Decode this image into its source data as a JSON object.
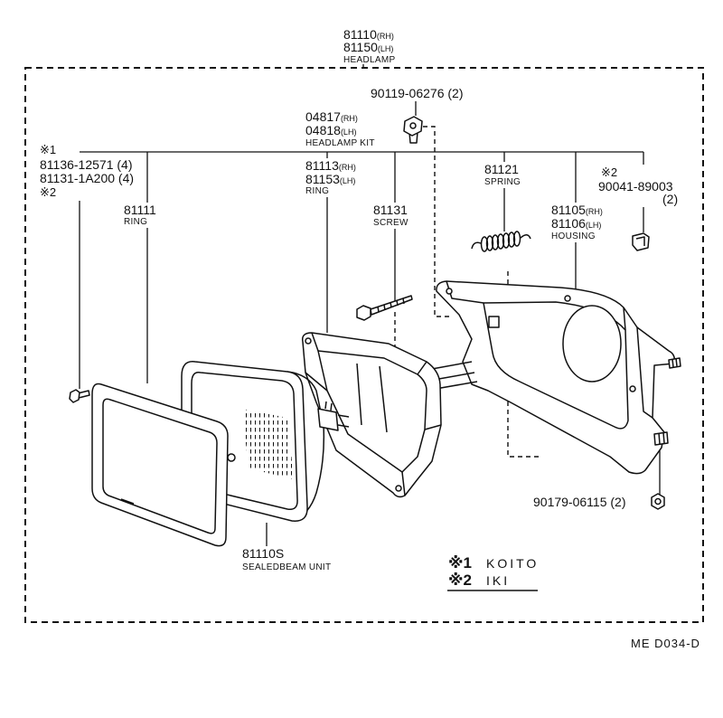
{
  "headlamp": {
    "pn1": "81110",
    "sfx1": "(RH)",
    "pn2": "81150",
    "sfx2": "(LH)",
    "name": "HEADLAMP"
  },
  "bolt_top": {
    "pn": "90119-06276 (2)"
  },
  "kit": {
    "pn1": "04817",
    "sfx1": "(RH)",
    "pn2": "04818",
    "sfx2": "(LH)",
    "name": "HEADLAMP KIT"
  },
  "screws_left": {
    "mark1": "※1",
    "pn1": "81136-12571 (4)",
    "pn2": "81131-1A200 (4)",
    "mark2": "※2"
  },
  "ring_front": {
    "pn": "81111",
    "name": "RING"
  },
  "ring_rear": {
    "pn1": "81113",
    "sfx1": "(RH)",
    "pn2": "81153",
    "sfx2": "(LH)",
    "name": "RING"
  },
  "screw": {
    "pn": "81131",
    "name": "SCREW"
  },
  "spring": {
    "pn": "81121",
    "name": "SPRING"
  },
  "clip": {
    "mark": "※2",
    "pn": "90041-89003",
    "qty": "(2)"
  },
  "housing": {
    "pn1": "81105",
    "sfx1": "(RH)",
    "pn2": "81106",
    "sfx2": "(LH)",
    "name": "HOUSING"
  },
  "nut": {
    "pn": "90179-06115 (2)"
  },
  "sealed_beam": {
    "pn": "81110S",
    "name": "SEALEDBEAM UNIT"
  },
  "legend": [
    {
      "mark": "※1",
      "name": "KOITO"
    },
    {
      "mark": "※2",
      "name": "IKI"
    }
  ],
  "drawing_code": "ME D034-D"
}
